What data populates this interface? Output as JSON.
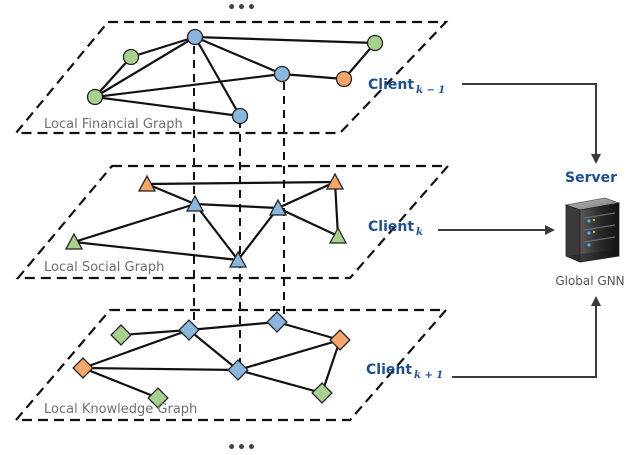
{
  "top_dots": "•••",
  "bottom_dots": "•••",
  "planes": [
    {
      "label": "Local Financial Graph"
    },
    {
      "label": "Local Social Graph"
    },
    {
      "label": "Local Knowledge Graph"
    }
  ],
  "clients": [
    {
      "base": "Client",
      "sub": "k − 1"
    },
    {
      "base": "Client",
      "sub": "k"
    },
    {
      "base": "Client",
      "sub": "k + 1"
    }
  ],
  "server": {
    "label": "Server",
    "model_label": "Global GNN"
  },
  "colors": {
    "blue": "#8ab6df",
    "green": "#a9d18e",
    "orange": "#f4a66b",
    "client_text": "#1f4e8c",
    "server_text": "#1f4e8c"
  }
}
